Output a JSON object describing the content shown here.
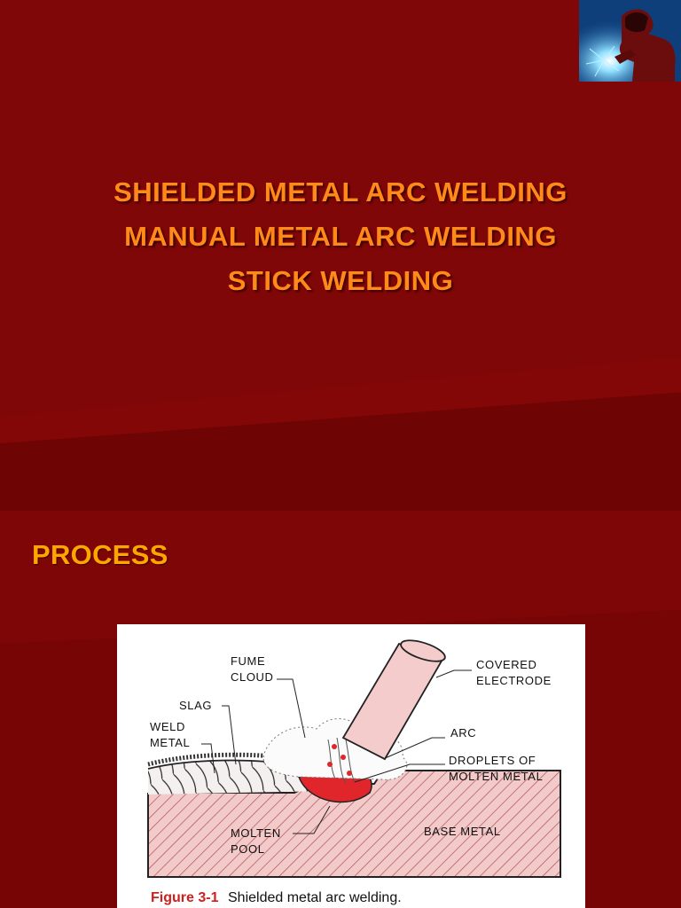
{
  "slide1": {
    "title_lines": [
      "SHIELDED METAL ARC WELDING",
      "MANUAL METAL ARC WELDING",
      "STICK WELDING"
    ],
    "logo_icon": "welder-icon"
  },
  "slide2": {
    "heading": "PROCESS",
    "figure": {
      "labels": {
        "fume_cloud_1": "FUME",
        "fume_cloud_2": "CLOUD",
        "slag": "SLAG",
        "weld_metal_1": "WELD",
        "weld_metal_2": "METAL",
        "covered_electrode_1": "COVERED",
        "covered_electrode_2": "ELECTRODE",
        "arc": "ARC",
        "droplets_1": "DROPLETS OF",
        "droplets_2": "MOLTEN METAL",
        "base_metal": "BASE METAL",
        "molten_pool_1": "MOLTEN",
        "molten_pool_2": "POOL"
      },
      "caption_number": "Figure 3-1",
      "caption_text": "Shielded metal arc welding."
    }
  },
  "colors": {
    "background": "#7a0505",
    "title": "#ff8a1a",
    "heading": "#ffa500",
    "accent_red": "#cf1f1f"
  }
}
